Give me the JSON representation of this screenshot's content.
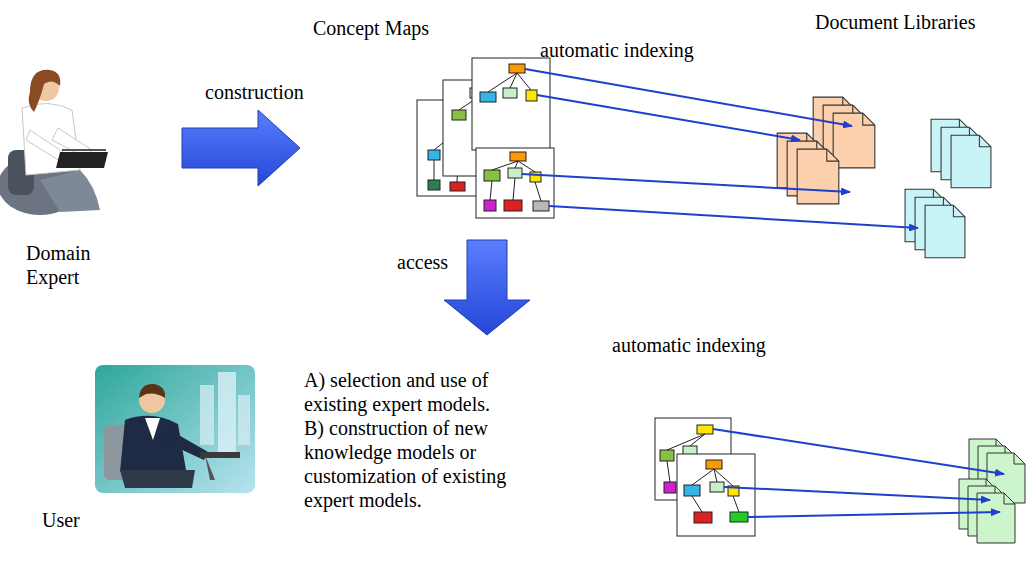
{
  "diagram": {
    "labels": [
      "Concept Maps",
      "Document Libraries",
      "construction",
      "automatic indexing",
      "Domain Expert",
      "access",
      "A) selection and use of existing expert models.",
      "B) construction of new knowledge models or customization of existing expert models.",
      "automatic indexing",
      "User"
    ]
  }
}
